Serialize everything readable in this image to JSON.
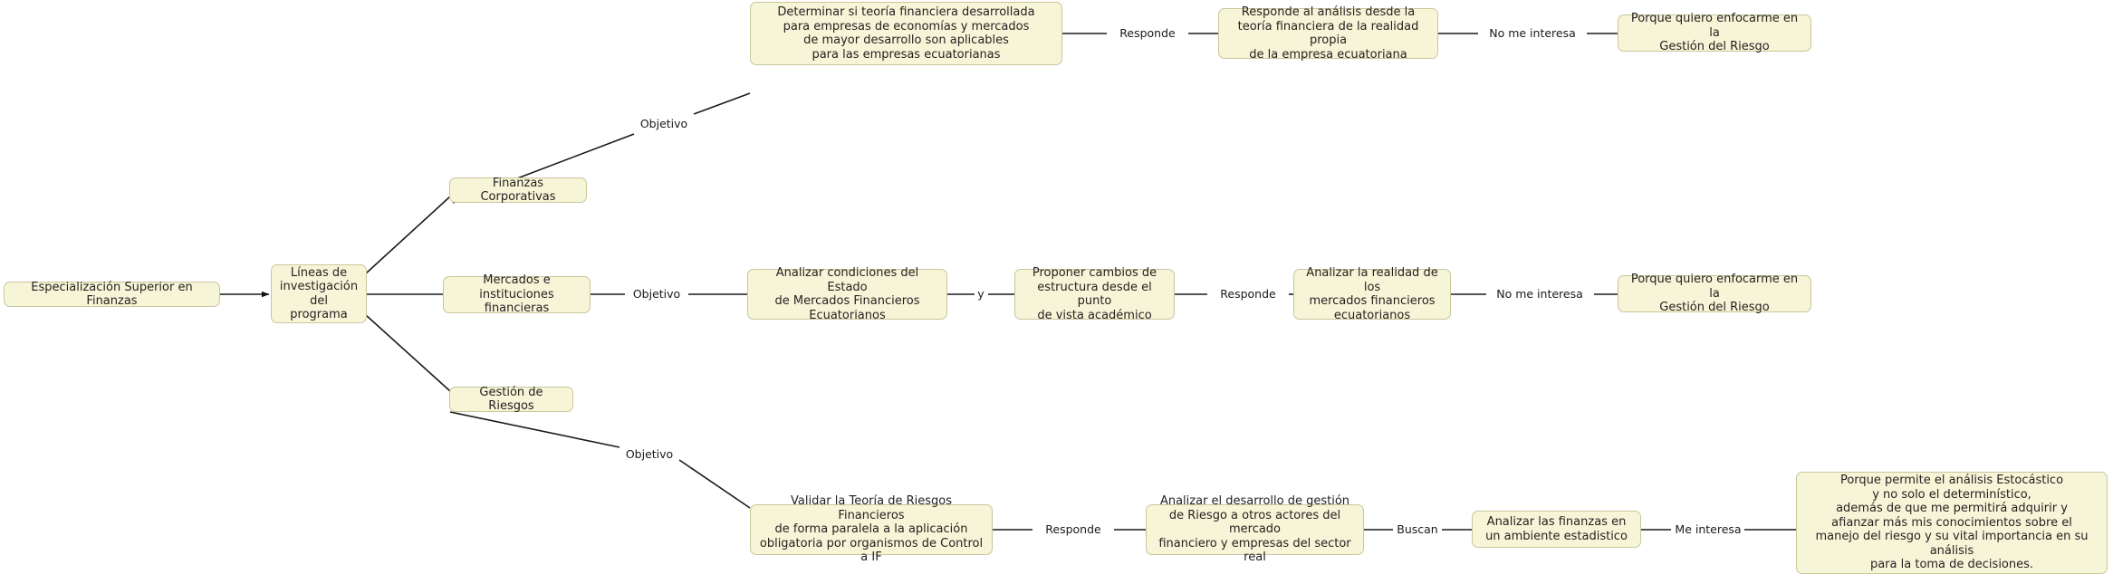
{
  "diagram": {
    "title": "Especialización Superior en Finanzas - Líneas de investigación",
    "type": "mind-map",
    "colors": {
      "node_fill": "#f7f5d7",
      "node_border": "#c9c69c",
      "edge": "#1a1a1a",
      "text": "#231f20",
      "background": "#ffffff"
    }
  },
  "nodes": {
    "root": "Especialización Superior en Finanzas",
    "lineas": "Líneas de\ninvestigación\ndel programa",
    "branch_top": "Finanzas Corporativas",
    "branch_mid": "Mercados e instituciones\nfinancieras",
    "branch_bottom": "Gestión de Riesgos",
    "top_obj": "Determinar si teoría financiera desarrollada\npara empresas de economías y mercados\nde mayor desarrollo son aplicables\npara las empresas ecuatorianas",
    "top_resp": "Responde al análisis desde la\nteoría financiera de la realidad propia\nde la empresa ecuatoriana",
    "top_end": "Porque quiero enfocarme en la\nGestión del Riesgo",
    "mid_obj": "Analizar condiciones del Estado\nde Mercados Financieros\nEcuatorianos",
    "mid_prop": "Proponer cambios de\nestructura desde el punto\nde vista académico",
    "mid_resp": "Analizar la realidad de los\nmercados financieros\necuatorianos",
    "mid_end": "Porque quiero enfocarme en la\nGestión del Riesgo",
    "bot_obj": "Validar la Teoría de Riesgos Financieros\nde forma paralela a la aplicación\nobligatoria por organismos de Control a IF",
    "bot_resp": "Analizar el desarrollo de gestión\nde Riesgo a otros actores del mercado\nfinanciero y empresas del sector real",
    "bot_buscan": "Analizar las finanzas en\nun ambiente estadistico",
    "bot_end": "Porque permite el análisis Estocástico\ny no solo el determinístico,\nademás de que me permitirá adquirir y\nafianzar más mis conocimientos sobre el\nmanejo del riesgo y su vital importancia en su análisis\npara la toma de decisiones."
  },
  "edge_labels": {
    "objetivo_top": "Objetivo",
    "objetivo_mid": "Objetivo",
    "objetivo_bottom": "Objetivo",
    "responde_top": "Responde",
    "no_me_interesa_top": "No me interesa",
    "y_mid": "y",
    "responde_mid": "Responde",
    "no_me_interesa_mid": "No me interesa",
    "responde_bottom": "Responde",
    "buscan_bottom": "Buscan",
    "me_interesa_bottom": "Me interesa"
  }
}
